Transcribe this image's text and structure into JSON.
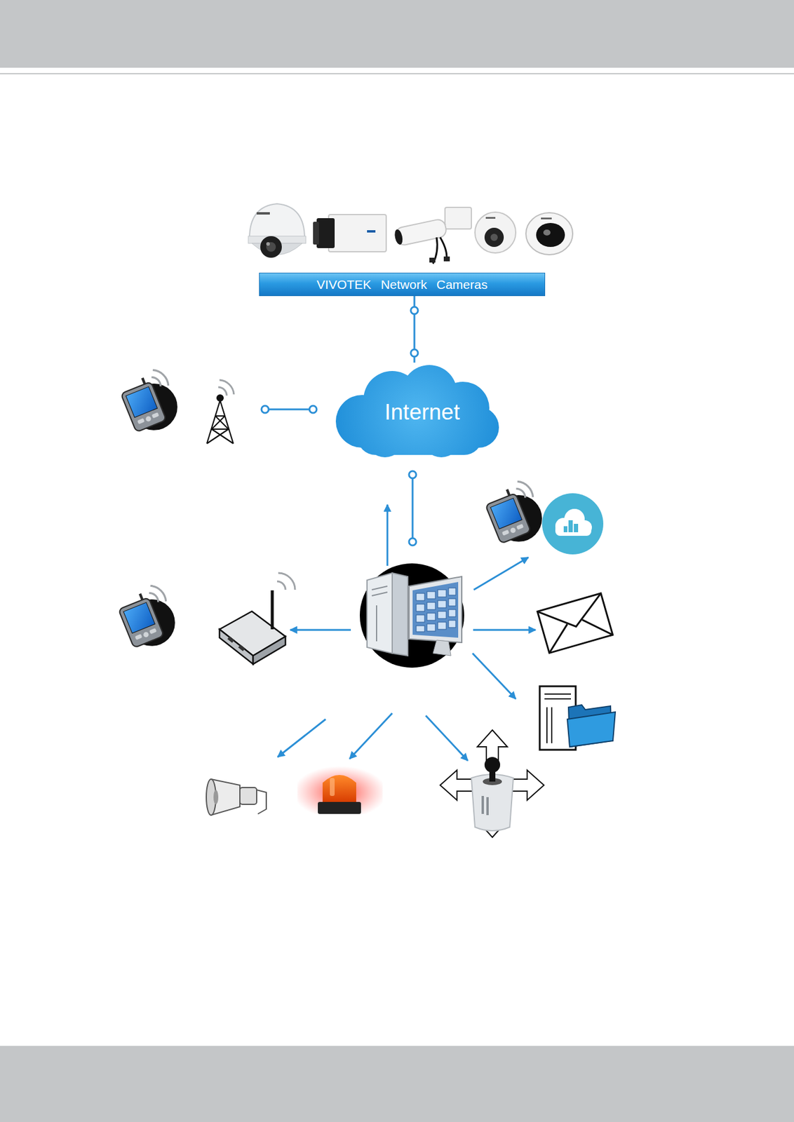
{
  "diagram": {
    "nodes": [
      {
        "text": [
          "VIVOTEK Network Cameras"
        ]
      },
      {
        "text": [
          "Internet"
        ]
      }
    ],
    "edges": [
      {
        "from": 0,
        "to": 1,
        "arrow": "none"
      }
    ]
  }
}
